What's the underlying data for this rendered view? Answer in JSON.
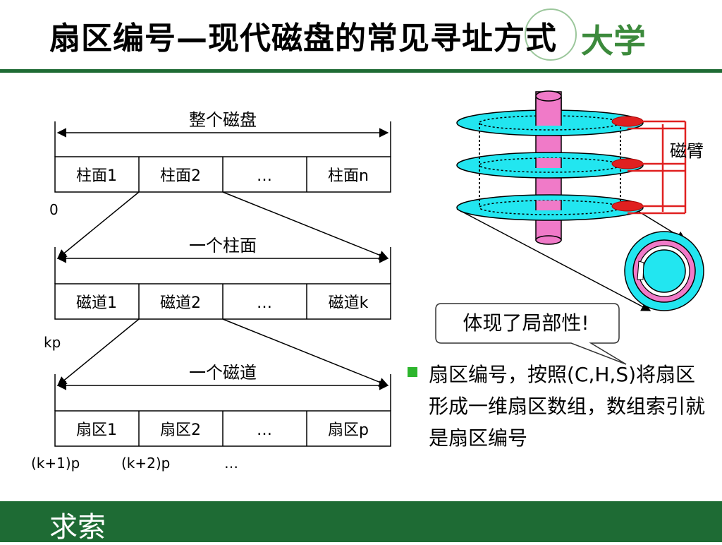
{
  "slide": {
    "title": "扇区编号—现代磁盘的常见寻址方式",
    "logo_text": "大学",
    "footer_text": "求索"
  },
  "diagram": {
    "whole_disk_label": "整个磁盘",
    "cylinders": [
      "柱面1",
      "柱面2",
      "…",
      "柱面n"
    ],
    "cylinder_start": "0",
    "one_cylinder_label": "一个柱面",
    "tracks": [
      "磁道1",
      "磁道2",
      "…",
      "磁道k"
    ],
    "track_start": "kp",
    "one_track_label": "一个磁道",
    "sectors": [
      "扇区1",
      "扇区2",
      "…",
      "扇区p"
    ],
    "sector_addresses": [
      "(k+1)p",
      "(k+2)p",
      "…"
    ],
    "arm_label": "磁臂",
    "callout": "体现了局部性!",
    "colors": {
      "platter": "#22e6f0",
      "spindle": "#f07ac8",
      "arm": "#e02020",
      "bullet": "#2db52d",
      "brand_green": "#1e6b34"
    }
  },
  "bullet": {
    "text": "扇区编号，按照(C,H,S)将扇区形成一维扇区数组，数组索引就是扇区编号"
  }
}
